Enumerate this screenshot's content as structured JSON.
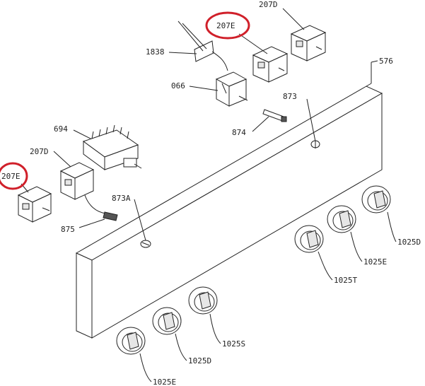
{
  "labels": {
    "p207E_top": "207E",
    "p207D_top": "207D",
    "p1838": "1838",
    "p066": "066",
    "p576": "576",
    "p873": "873",
    "p874": "874",
    "p694": "694",
    "p207D_left": "207D",
    "p207E_left": "207E",
    "p873A": "873A",
    "p875": "875",
    "p1025D_right": "1025D",
    "p1025E_right": "1025E",
    "p1025T": "1025T",
    "p1025S": "1025S",
    "p1025D_bottom": "1025D",
    "p1025E_bottom": "1025E"
  },
  "colors": {
    "highlight": "#d0202a",
    "line": "#222222"
  }
}
